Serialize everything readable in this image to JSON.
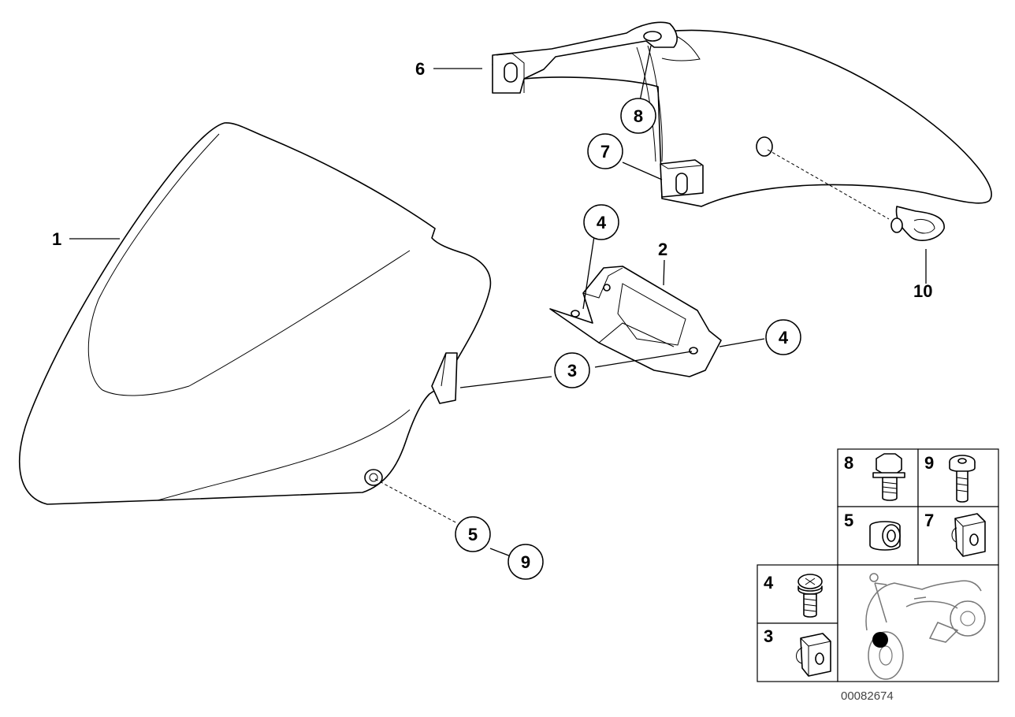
{
  "callouts": {
    "c1": "1",
    "c2": "2",
    "c3": "3",
    "c4a": "4",
    "c4b": "4",
    "c5": "5",
    "c6": "6",
    "c7": "7",
    "c8": "8",
    "c9": "9",
    "c10": "10"
  },
  "legend": {
    "cells": [
      {
        "label": "8",
        "icon": "hex-bolt-icon"
      },
      {
        "label": "9",
        "icon": "pan-head-screw-icon"
      },
      {
        "label": "5",
        "icon": "grommet-icon"
      },
      {
        "label": "7",
        "icon": "speed-nut-clip-icon"
      },
      {
        "label": "4",
        "icon": "phillips-screw-icon"
      },
      {
        "label": "3",
        "icon": "speed-nut-clip-icon"
      }
    ],
    "location_icon": "motorcycle-location-icon"
  },
  "reference_number": "00082674"
}
